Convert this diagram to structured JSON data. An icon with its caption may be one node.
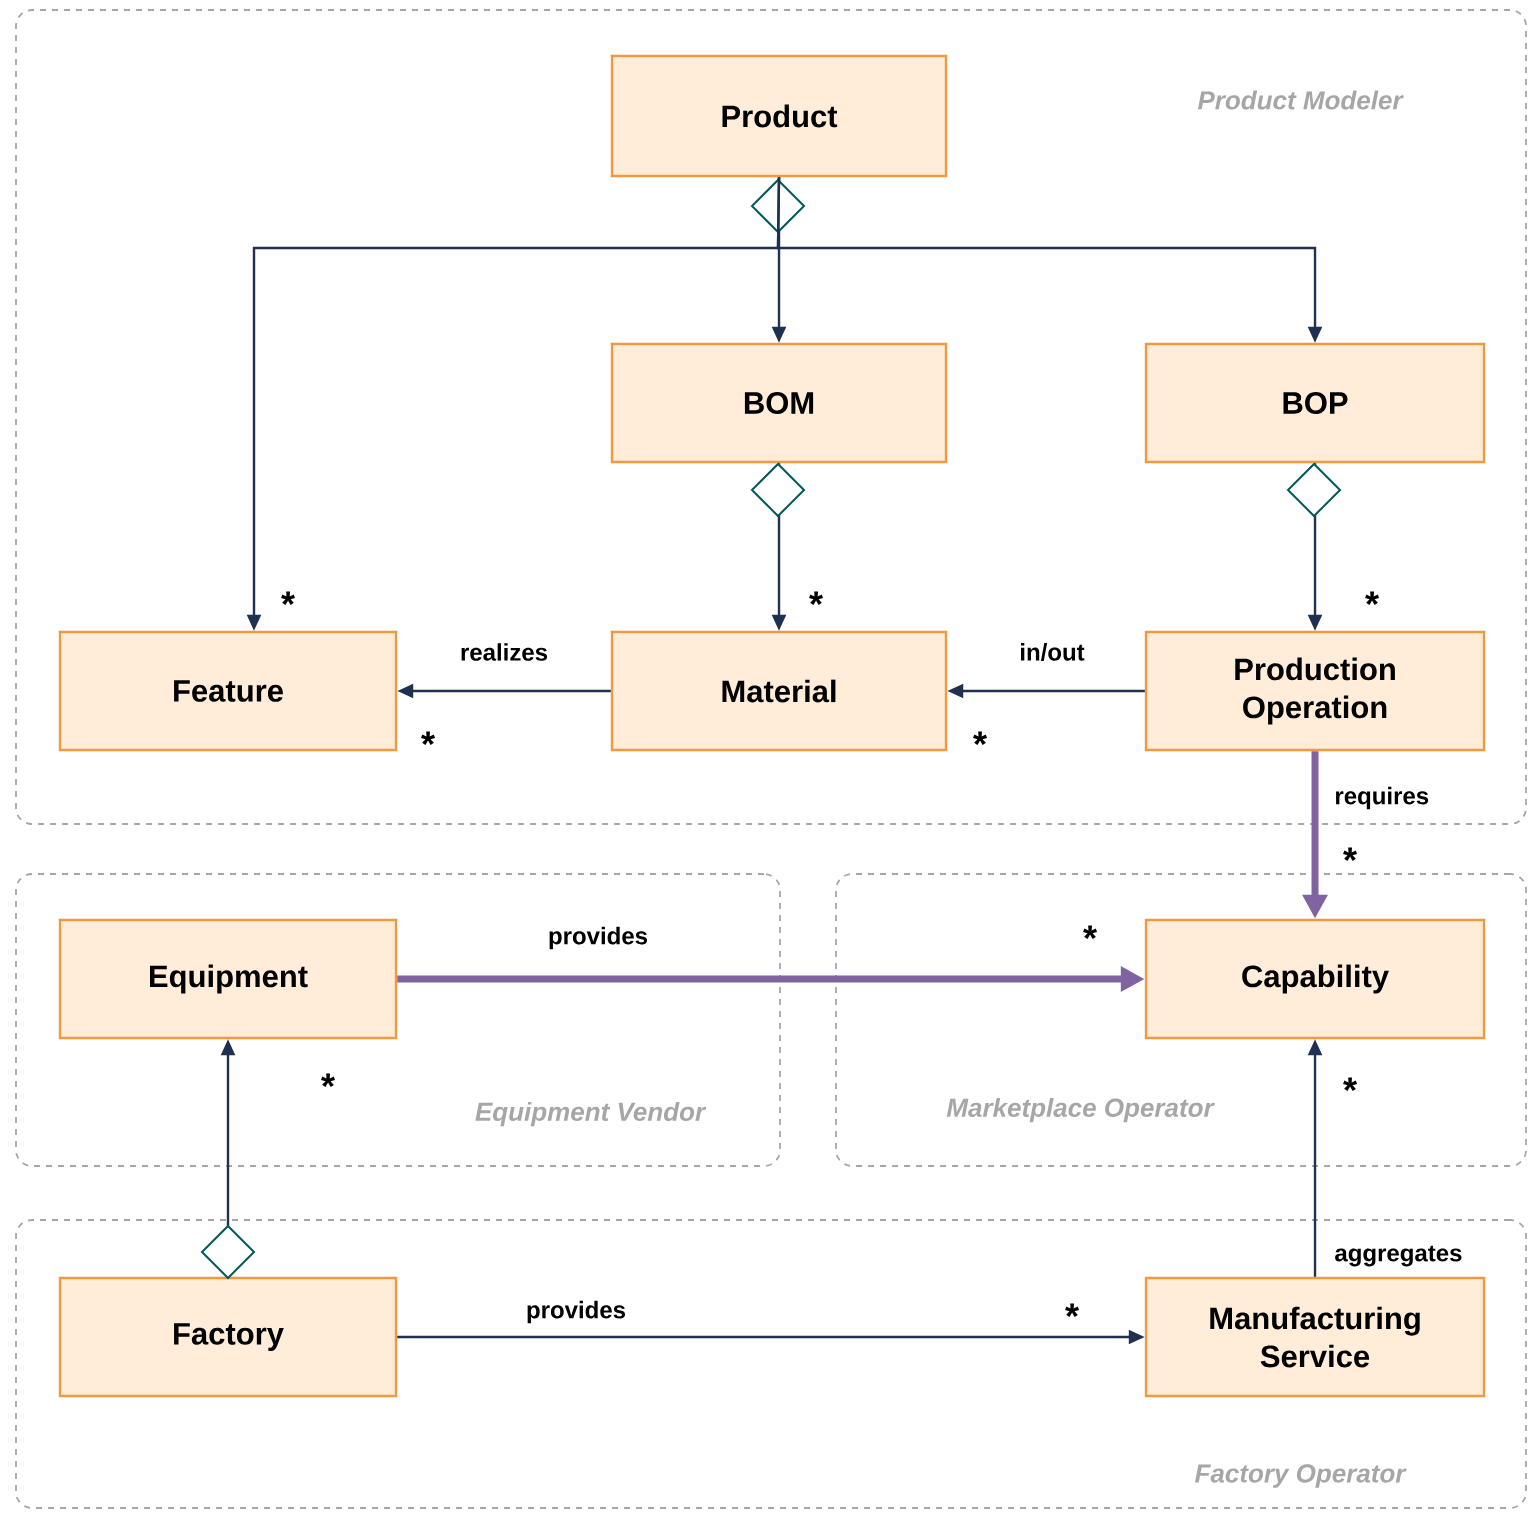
{
  "diagram": {
    "nodes": [
      {
        "text": [
          "Product Modeler"
        ]
      },
      {
        "text": [
          "Product"
        ],
        "in": 0
      },
      {
        "text": [
          "BOM"
        ],
        "in": 0
      },
      {
        "text": [
          "BOP"
        ],
        "in": 0
      },
      {
        "text": [
          "Feature"
        ],
        "in": 0
      },
      {
        "text": [
          "Material"
        ],
        "in": 0
      },
      {
        "text": [
          "Production Operation"
        ],
        "in": 0
      },
      {
        "text": [
          "Equipment Vendor"
        ]
      },
      {
        "text": [
          "Equipment"
        ],
        "in": 7
      },
      {
        "text": [
          "Marketplace Operator"
        ]
      },
      {
        "text": [
          "Capability"
        ],
        "in": 9
      },
      {
        "text": [
          "Factory Operator"
        ]
      },
      {
        "text": [
          "Factory"
        ],
        "in": 11
      },
      {
        "text": [
          "Manufacturing Service"
        ],
        "in": 11
      }
    ],
    "edges": [
      {
        "from": 1,
        "to": 2,
        "arrow": "to"
      },
      {
        "from": 1,
        "to": 3,
        "arrow": "to"
      },
      {
        "from": 1,
        "to": 4,
        "arrow": "to"
      },
      {
        "from": 2,
        "to": 5,
        "arrow": "to"
      },
      {
        "from": 3,
        "to": 6,
        "arrow": "to"
      },
      {
        "from": 5,
        "to": 4,
        "arrow": "to",
        "label": "realizes"
      },
      {
        "from": 6,
        "to": 5,
        "arrow": "to",
        "label": "in/out"
      },
      {
        "from": 6,
        "to": 10,
        "arrow": "to",
        "label": "requires",
        "style": "thick",
        "color": "#8064a2"
      },
      {
        "from": 8,
        "to": 10,
        "arrow": "to",
        "label": "provides",
        "style": "thick",
        "color": "#8064a2"
      },
      {
        "from": 12,
        "to": 8,
        "arrow": "to"
      },
      {
        "from": 12,
        "to": 13,
        "arrow": "to",
        "label": "provides"
      },
      {
        "from": 13,
        "to": 10,
        "arrow": "to",
        "label": "aggregates"
      }
    ],
    "labels": [
      "*",
      "*",
      "*",
      "*",
      "*",
      "*",
      "*",
      "*",
      "*",
      "*"
    ]
  }
}
